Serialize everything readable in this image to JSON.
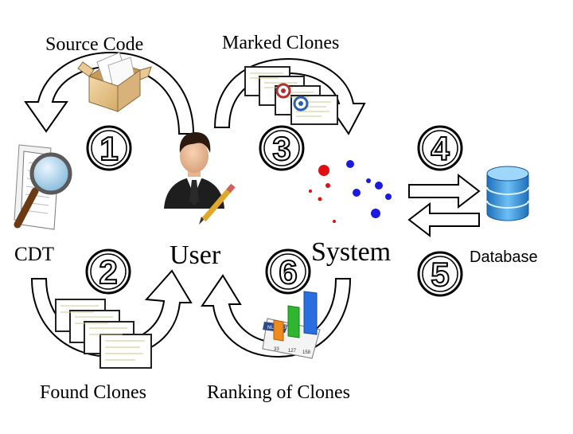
{
  "labels": {
    "source_code": "Source   Code",
    "marked_clones": "Marked Clones",
    "cdt": "CDT",
    "user": "User",
    "system": "System",
    "database": "Database",
    "found_clones": "Found Clones",
    "ranking_of_clones": "Ranking of Clones"
  },
  "steps": [
    "1",
    "2",
    "3",
    "4",
    "5",
    "6"
  ],
  "chart_icon": {
    "header": "NUMBERS",
    "numbers": [
      "33",
      "127",
      "158"
    ]
  },
  "colors": {
    "arrow_fill": "#ffffff",
    "arrow_stroke": "#000000",
    "db_blue": "#3a8fd6",
    "dot_red": "#e01010",
    "dot_blue": "#1a1ae0",
    "bar_orange": "#f08a1c",
    "bar_green": "#2fb52f",
    "bar_blue": "#2a6fe0"
  }
}
